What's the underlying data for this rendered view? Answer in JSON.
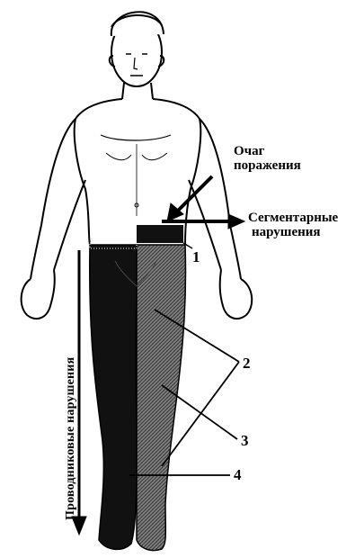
{
  "labels": {
    "lesion_line1": "Очаг",
    "lesion_line2": "поражения",
    "segmental_line1": "Сегментарные",
    "segmental_line2": "нарушения",
    "conduction": "Проводниковые нарушения"
  },
  "markers": [
    "1",
    "2",
    "3",
    "4"
  ],
  "colors": {
    "line": "#000000",
    "dark_zone": "#111111",
    "hatched_zone": "#6a6a6a",
    "skin": "#ffffff"
  }
}
